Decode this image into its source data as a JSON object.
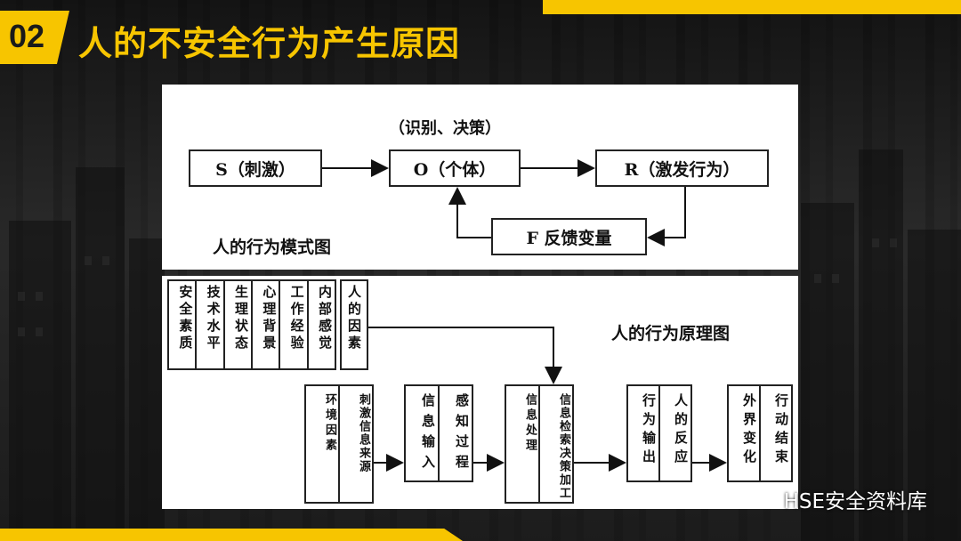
{
  "header": {
    "number": "02",
    "title": "人的不安全行为产生原因"
  },
  "diagram1": {
    "top_label": "（识别、决策）",
    "s_box": "S（刺激）",
    "o_box": "O（个体）",
    "r_box": "R（激发行为）",
    "f_box": "F 反馈变量",
    "caption": "人的行为模式图"
  },
  "diagram2": {
    "caption": "人的行为原理图",
    "factors": [
      "安全素质",
      "技术水平",
      "生理状态",
      "心理背景",
      "工作经验",
      "内部感觉"
    ],
    "human_factor": "人的因素",
    "env_factor": "环境因素",
    "stimulus_source": "刺激信息来源",
    "info_input": "信息输入",
    "perception": "感知过程",
    "info_processing": "信息处理",
    "processing_detail": "信息检索决策加工",
    "behavior_output": "行为输出",
    "human_reaction": "人的反应",
    "external_change": "外界变化",
    "action_end": "行动结束"
  },
  "watermark": {
    "text": "HSE安全资料库"
  }
}
